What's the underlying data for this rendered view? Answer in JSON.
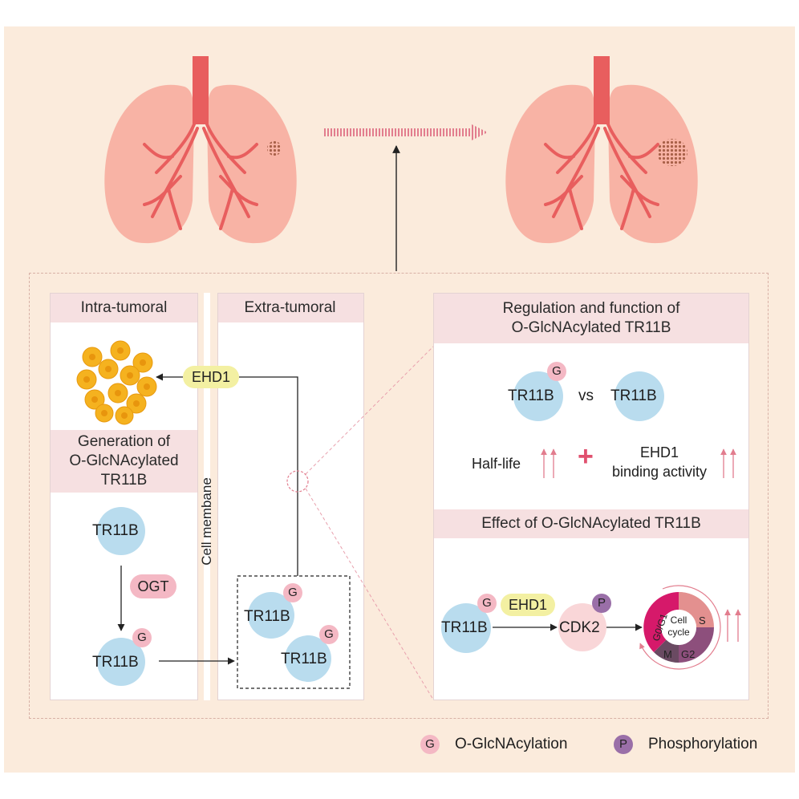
{
  "colors": {
    "background": "#fbebdc",
    "header_fill": "#f6e0e1",
    "protein_blue": "#b9dcee",
    "glcnac_badge": "#f4b8c4",
    "phospho_badge": "#9a6fa8",
    "ehd1_fill": "#f3f0a2",
    "ogt_fill": "#f4b8c4",
    "cdk2_fill": "#f9d6d8",
    "arrow_pink": "#e27d8e",
    "lung_fill": "#f8b3a5",
    "trachea": "#e85e5e",
    "tumor": "#c9836a",
    "tumor_cells": "#f5b21f",
    "g0g1": "#d6196a",
    "s_phase": "#e3908f",
    "g2_phase": "#8d4f7c",
    "m_phase": "#6a4a62"
  },
  "icons": [
    "lung-healthy-icon",
    "lung-tumor-icon",
    "tumor-cell-cluster-icon",
    "cell-cycle-ring-icon"
  ],
  "left_panel": {
    "intra_header": "Intra-tumoral",
    "extra_header": "Extra-tumoral",
    "membrane_label": "Cell membane",
    "generation_header": "Generation of\nO-GlcNAcylated\nTR11B",
    "ehd1": "EHD1",
    "ogt": "OGT",
    "protein": "TR11B",
    "g": "G"
  },
  "right_panel": {
    "regulation_header": "Regulation and function of\nO-GlcNAcylated TR11B",
    "vs": "vs",
    "half_life": "Half-life",
    "plus": "+",
    "ehd1_binding": "EHD1\nbinding activity",
    "effect_header": "Effect of O-GlcNAcylated TR11B",
    "cdk2": "CDK2",
    "p": "P",
    "cell_cycle": "Cell\ncycle",
    "phases": {
      "g0g1": "G0/G1",
      "s": "S",
      "g2": "G2",
      "m": "M"
    }
  },
  "legend": {
    "g_symbol": "G",
    "g_label": "O-GlcNAcylation",
    "p_symbol": "P",
    "p_label": "Phosphorylation"
  }
}
